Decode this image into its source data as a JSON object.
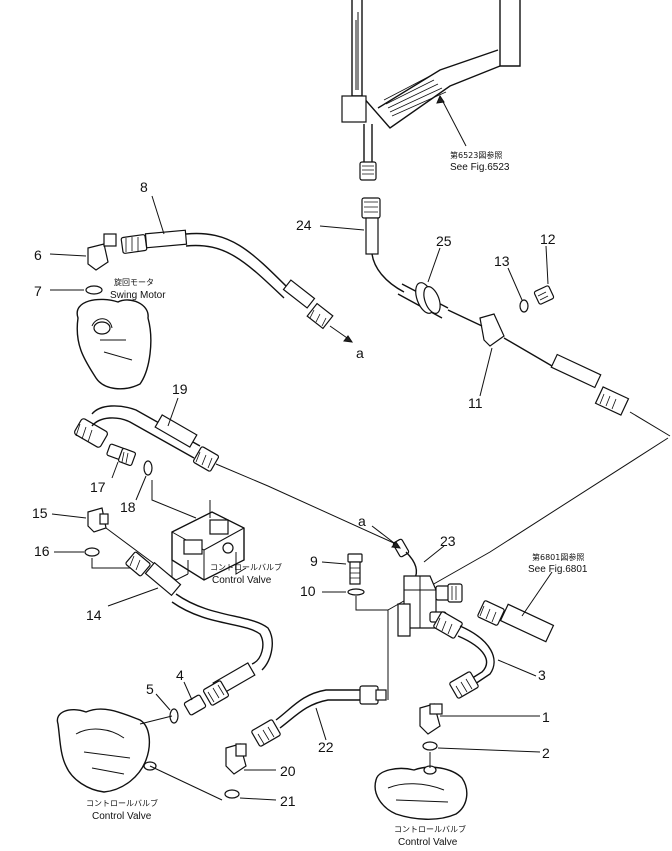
{
  "callouts": {
    "n1": "1",
    "n2": "2",
    "n3": "3",
    "n4": "4",
    "n5": "5",
    "n6": "6",
    "n7": "7",
    "n8": "8",
    "n9": "9",
    "n10": "10",
    "n11": "11",
    "n12": "12",
    "n13": "13",
    "n14": "14",
    "n15": "15",
    "n16": "16",
    "n17": "17",
    "n18": "18",
    "n19": "19",
    "n20": "20",
    "n21": "21",
    "n22": "22",
    "n23": "23",
    "n24": "24",
    "n25": "25"
  },
  "markers": {
    "a1": "a",
    "a2": "a"
  },
  "refs": {
    "fig6523_jp": "第6523図参照",
    "fig6523_en": "See Fig.6523",
    "fig6801_jp": "第6801図参照",
    "fig6801_en": "See Fig.6801"
  },
  "components": {
    "swing_motor_jp": "旋回モータ",
    "swing_motor_en": "Swing Motor",
    "cv1_jp": "コントロールバルブ",
    "cv1_en": "Control Valve",
    "cv2_jp": "コントロールバルブ",
    "cv2_en": "Control Valve",
    "cv3_jp": "コントロールバルブ",
    "cv3_en": "Control Valve"
  }
}
